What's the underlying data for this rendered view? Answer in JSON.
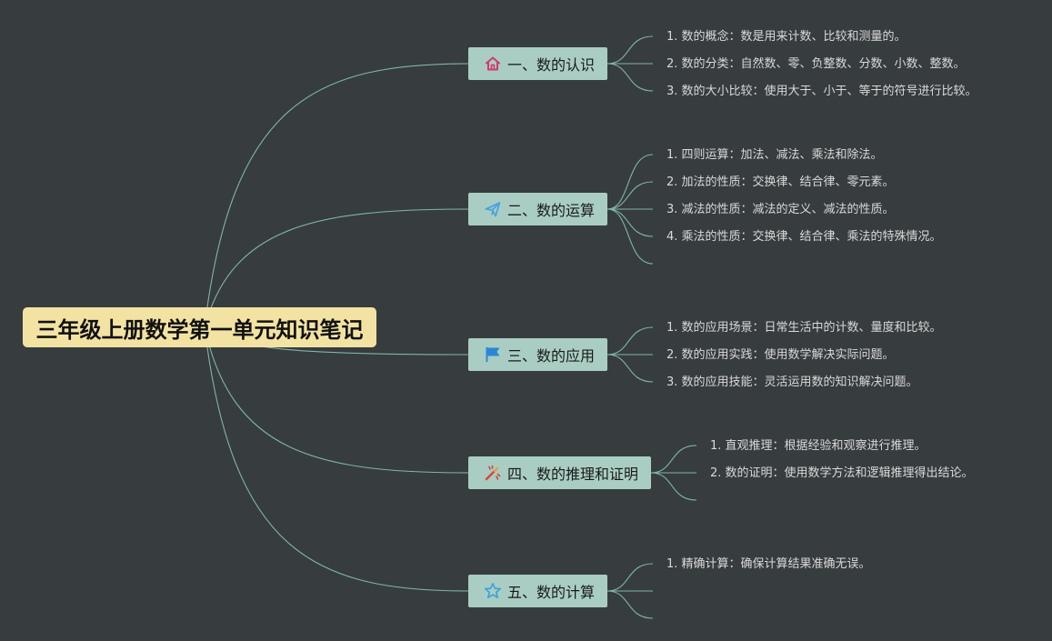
{
  "root": {
    "title": "三年级上册数学第一单元知识笔记"
  },
  "branches": [
    {
      "label": "一、数的认识",
      "icon": "home-icon",
      "leaves": [
        "1. 数的概念：数是用来计数、比较和测量的。",
        "2. 数的分类：自然数、零、负整数、分数、小数、整数。",
        "3. 数的大小比较：使用大于、小于、等于的符号进行比较。"
      ]
    },
    {
      "label": "二、数的运算",
      "icon": "paper-plane-icon",
      "leaves": [
        "1. 四则运算：加法、减法、乘法和除法。",
        "2. 加法的性质：交换律、结合律、零元素。",
        "3. 减法的性质：减法的定义、减法的性质。",
        "4. 乘法的性质：交换律、结合律、乘法的特殊情况。",
        ""
      ]
    },
    {
      "label": "三、数的应用",
      "icon": "flag-icon",
      "leaves": [
        "1. 数的应用场景：日常生活中的计数、量度和比较。",
        "2. 数的应用实践：使用数学解决实际问题。",
        "3. 数的应用技能：灵活运用数的知识解决问题。"
      ]
    },
    {
      "label": "四、数的推理和证明",
      "icon": "magic-wand-icon",
      "leaves": [
        "1. 直观推理：根据经验和观察进行推理。",
        "2. 数的证明：使用数学方法和逻辑推理得出结论。",
        ""
      ]
    },
    {
      "label": "五、数的计算",
      "icon": "star-icon",
      "leaves": [
        "1. 精确计算：确保计算结果准确无误。",
        "",
        ""
      ]
    }
  ],
  "colors": {
    "background": "#373c3f",
    "root_fill": "#f3e3a3",
    "branch_fill": "#a9cdc2",
    "connector": "#7fb5a6",
    "leaf_text": "#d9d9d9"
  }
}
